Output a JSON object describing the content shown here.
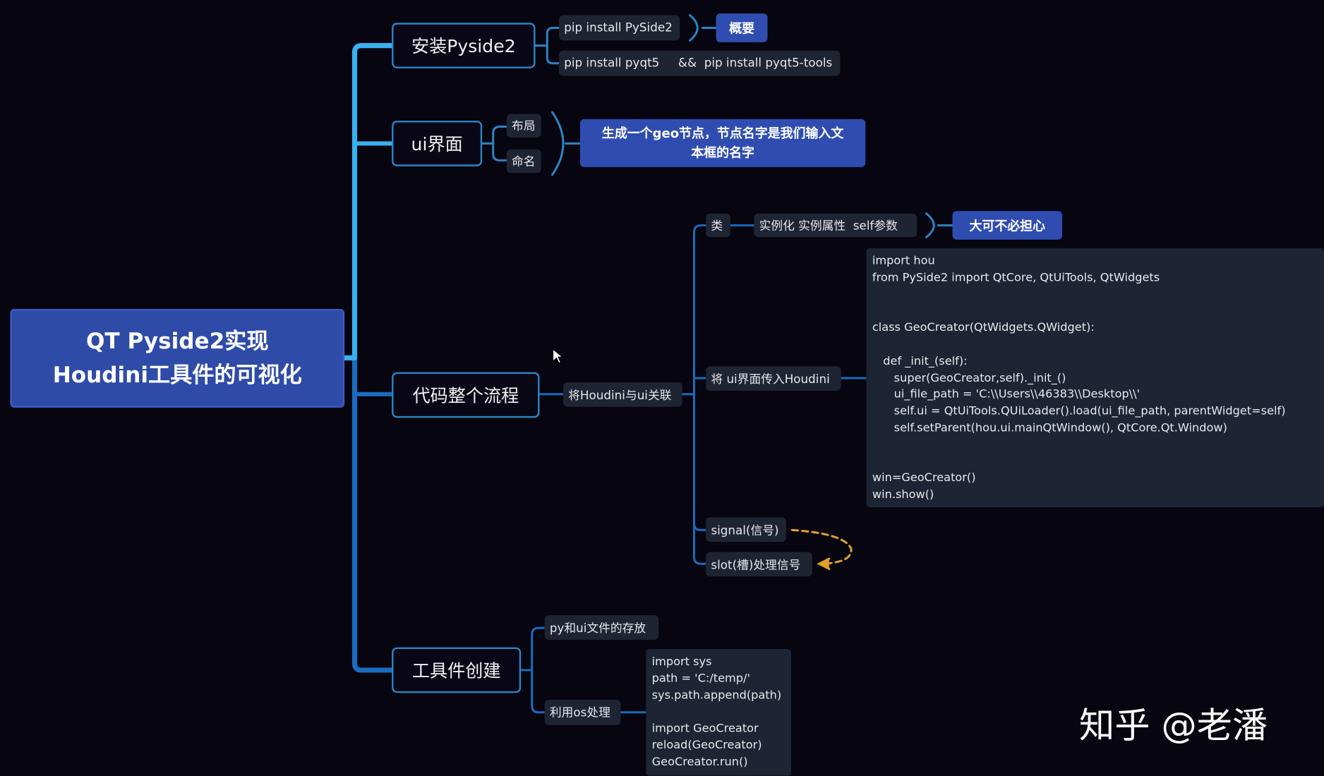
{
  "root": {
    "line1": "QT Pyside2实现",
    "line2": "Houdini工具件的可视化"
  },
  "branches": {
    "install": {
      "label": "安装Pyside2",
      "children": [
        "pip install PySide2",
        "pip install pyqt5     &&  pip install pyqt5-tools"
      ],
      "summary": "概要"
    },
    "ui": {
      "label": "ui界面",
      "children": [
        "布局",
        "命名"
      ],
      "summary": "生成一个geo节点，节点名字是我们输入文本框的名字"
    },
    "flow": {
      "label": "代码整个流程",
      "link": "将Houdini与ui关联",
      "class_node": "类",
      "class_detail": "实例化 实例属性  self参数",
      "class_summary": "大可不必担心",
      "pass_ui": "将 ui界面传入Houdini",
      "code": [
        "import hou",
        "from PySide2 import QtCore, QtUiTools, QtWidgets",
        "",
        "",
        "class GeoCreator(QtWidgets.QWidget):",
        "",
        "   def _init_(self):",
        "      super(GeoCreator,self)._init_()",
        "      ui_file_path = 'C:\\\\Users\\\\46383\\\\Desktop\\\\'",
        "      self.ui = QtUiTools.QUiLoader().load(ui_file_path, parentWidget=self)",
        "      self.setParent(hou.ui.mainQtWindow(), QtCore.Qt.Window)",
        "",
        "",
        "win=GeoCreator()",
        "win.show()"
      ],
      "signal": "signal(信号)",
      "slot": "slot(槽)处理信号"
    },
    "tool": {
      "label": "工具件创建",
      "storage": "py和ui文件的存放",
      "os": "利用os处理",
      "code": [
        "import sys",
        "path = 'C:/temp/'",
        "sys.path.append(path)",
        "",
        "import GeoCreator",
        "reload(GeoCreator)",
        "GeoCreator.run()"
      ]
    }
  },
  "watermark": "知乎 @老潘",
  "colors": {
    "background": "#07050f",
    "root": "#2f4ba8",
    "accent": "#2a86c8",
    "connector_light": "#3ab0f0",
    "dashed_arrow": "#e0a030"
  }
}
